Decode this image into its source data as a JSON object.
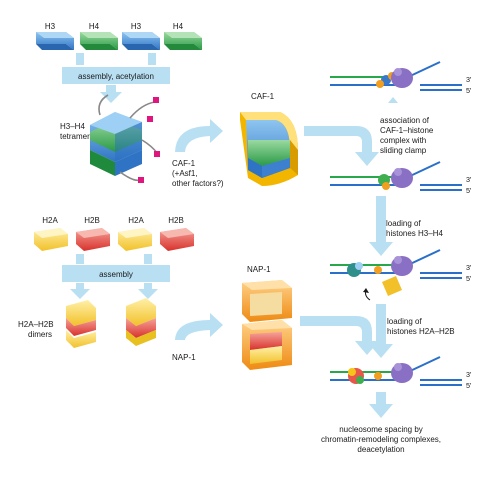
{
  "colors": {
    "h3": "#4a90d9",
    "h4": "#3fae4f",
    "h2a": "#f5c518",
    "h2b": "#e8574a",
    "caf1": "#f0b400",
    "nap1": "#f08c1c",
    "arrow": "#b9dff3",
    "dna_blue": "#2a6fc9",
    "dna_green": "#27a84a",
    "tag": "#e0157d"
  },
  "top": {
    "histones": [
      "H3",
      "H4",
      "H3",
      "H4"
    ],
    "step_label": "assembly, acetylation",
    "tetramer_label": [
      "H3–H4",
      "tetramer"
    ],
    "chaperone_label": [
      "CAF-1",
      "(+Asf1,",
      "other factors?)"
    ],
    "complex_label": "CAF-1"
  },
  "bottom": {
    "histones": [
      "H2A",
      "H2B",
      "H2A",
      "H2B"
    ],
    "step_label": "assembly",
    "dimer_label": [
      "H2A–H2B",
      "dimers"
    ],
    "chaperone_label": "NAP-1",
    "complex_label": "NAP-1"
  },
  "right": {
    "strand_labels": [
      "3'",
      "5'"
    ],
    "steps": [
      [
        "association of",
        "CAF-1–histone",
        "complex with",
        "sliding clamp"
      ],
      [
        "loading of",
        "histones H3–H4"
      ],
      [
        "loading of",
        "histones H2A–H2B"
      ],
      [
        "nucleosome spacing by",
        "chromatin-remodeling complexes,",
        "deacetylation"
      ]
    ]
  }
}
